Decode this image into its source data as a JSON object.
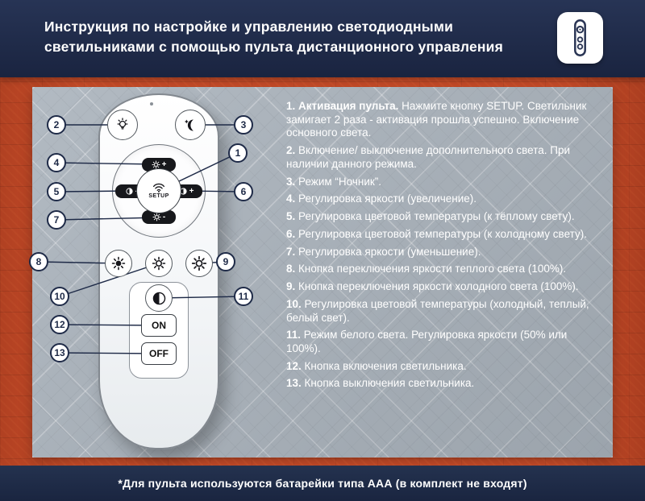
{
  "header": {
    "title": "Инструкция по настройке и управлению светодиодными светильниками с помощью пульта дистанционного управления"
  },
  "remote": {
    "setup_label": "SETUP",
    "on_label": "ON",
    "off_label": "OFF",
    "plus": "+",
    "minus": "-",
    "callouts": [
      "1",
      "2",
      "3",
      "4",
      "5",
      "6",
      "7",
      "8",
      "9",
      "10",
      "11",
      "12",
      "13"
    ]
  },
  "icons": {
    "header_badge": "remote-control-icon",
    "top_left_button": "bulb-icon",
    "top_right_button": "moon-icon",
    "pad_up": "sun-plus-icon",
    "pad_down": "sun-minus-icon",
    "pad_left": "temp-minus-icon",
    "pad_right": "temp-plus-icon",
    "center_button": "wifi-icon",
    "row_left": "warm-sun-icon",
    "row_middle": "temp-cycle-sun-icon",
    "row_right": "cold-sun-icon",
    "white_mode_button": "contrast-icon"
  },
  "instructions": [
    {
      "num": "1.",
      "bold": "Активация пульта.",
      "text": "Нажмите кнопку SETUP. Светильник замигает 2 раза - активация прошла успешно. Включение основного света."
    },
    {
      "num": "2.",
      "text": "Включение/ выключение дополнительного света. При наличии данного режима."
    },
    {
      "num": "3.",
      "text": "Режим “Ночник”."
    },
    {
      "num": "4.",
      "text": "Регулировка яркости (увеличение)."
    },
    {
      "num": "5.",
      "text": "Регулировка цветовой температуры (к тёплому свету)."
    },
    {
      "num": "6.",
      "text": "Регулировка цветовой температуры (к холодному свету)."
    },
    {
      "num": "7.",
      "text": "Регулировка яркости (уменьшение)."
    },
    {
      "num": "8.",
      "text": "Кнопка переключения яркости теплого света (100%)."
    },
    {
      "num": "9.",
      "text": "Кнопка переключения яркости холодного света (100%)."
    },
    {
      "num": "10.",
      "text": "Регулировка цветовой температуры (холодный, теплый, белый свет)."
    },
    {
      "num": "11.",
      "text": "Режим белого света. Регулировка яркости (50% или 100%)."
    },
    {
      "num": "12.",
      "text": "Кнопка включения светильника."
    },
    {
      "num": "13.",
      "text": "Кнопка выключения светильника."
    }
  ],
  "footer": {
    "note": "*Для пульта используются батарейки типа ААА (в комплект не входят)"
  },
  "colors": {
    "background_orange": "#cd4e2a",
    "header_navy": "#1e2a47",
    "panel_gray": "#a9b2bb",
    "callout_navy": "#1e2a47",
    "button_black": "#17181c"
  }
}
